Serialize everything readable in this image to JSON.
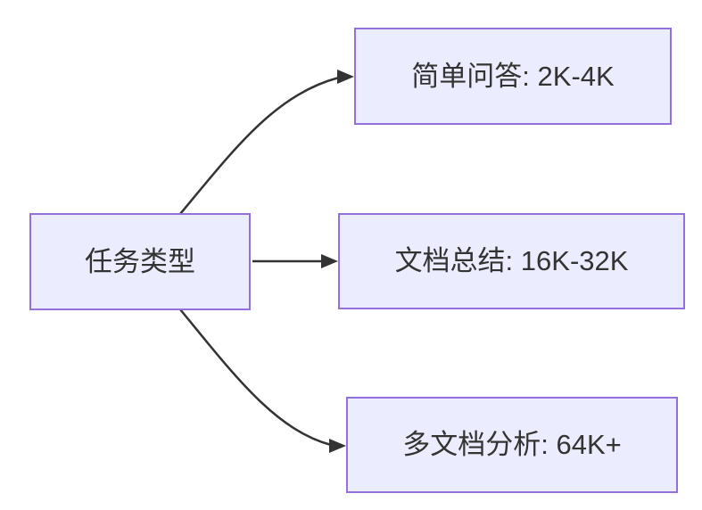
{
  "diagram": {
    "type": "flowchart-left-to-right",
    "background_color": "#ffffff",
    "node_fill_color": "#ECECFF",
    "node_border_color": "#9370DB",
    "edge_color": "#333333",
    "text_color": "#333333",
    "root": {
      "label": "任务类型"
    },
    "children": [
      {
        "label": "简单问答: 2K-4K"
      },
      {
        "label": "文档总结: 16K-32K"
      },
      {
        "label": "多文档分析: 64K+"
      }
    ],
    "edges": [
      {
        "from": "任务类型",
        "to": "简单问答: 2K-4K"
      },
      {
        "from": "任务类型",
        "to": "文档总结: 16K-32K"
      },
      {
        "from": "任务类型",
        "to": "多文档分析: 64K+"
      }
    ]
  }
}
